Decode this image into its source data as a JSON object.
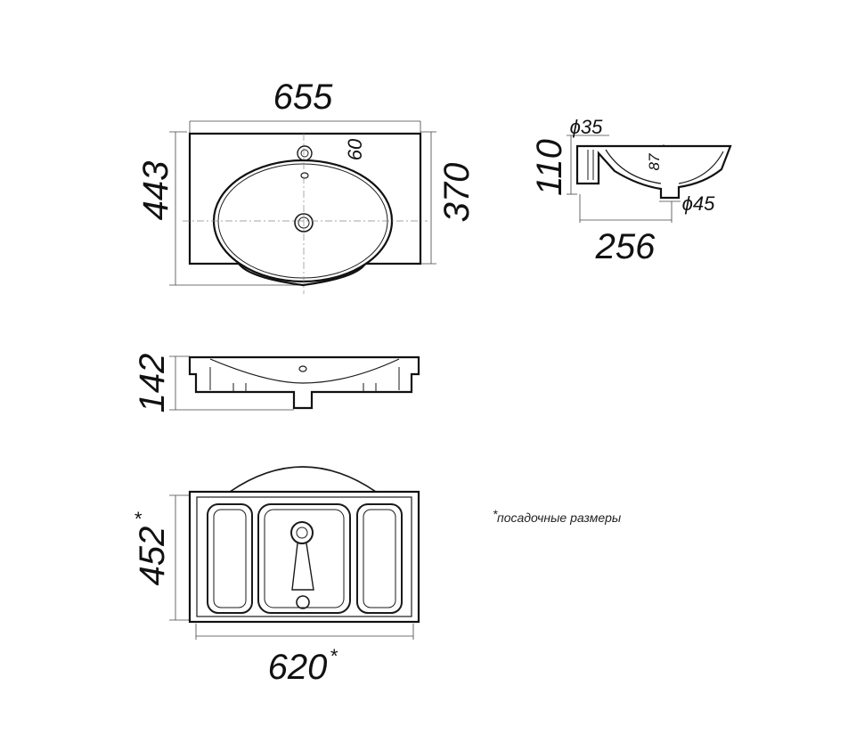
{
  "dimensions": {
    "top_width": "655",
    "top_height": "443",
    "top_inner_depth": "370",
    "tap_offset": "60",
    "side_diameter_top": "ϕ35",
    "side_height": "110",
    "side_inner": "87",
    "side_diameter_bottom": "ϕ45",
    "side_width": "256",
    "front_height": "142",
    "bottom_height": "452",
    "bottom_width": "620"
  },
  "mark": "*",
  "note": "посадочные размеры"
}
